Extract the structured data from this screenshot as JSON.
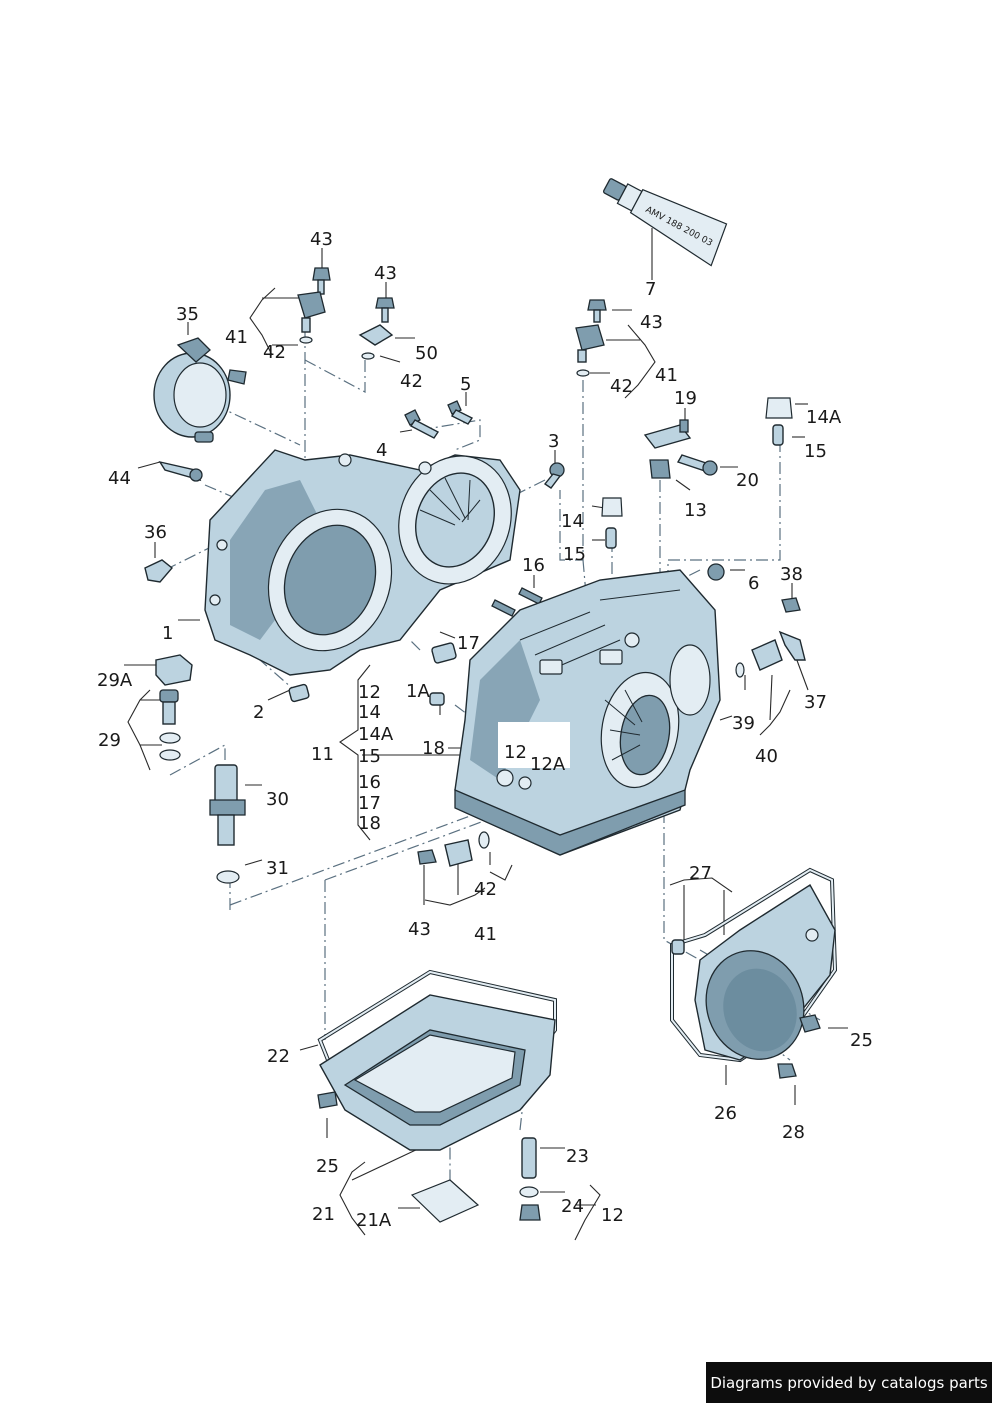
{
  "callouts": [
    {
      "id": "c43a",
      "text": "43"
    },
    {
      "id": "c43b",
      "text": "43"
    },
    {
      "id": "c7",
      "text": "7"
    },
    {
      "id": "c35",
      "text": "35"
    },
    {
      "id": "c41a",
      "text": "41"
    },
    {
      "id": "c42a",
      "text": "42"
    },
    {
      "id": "c50",
      "text": "50"
    },
    {
      "id": "c42b",
      "text": "42"
    },
    {
      "id": "c43c",
      "text": "43"
    },
    {
      "id": "c41b",
      "text": "41"
    },
    {
      "id": "c42c",
      "text": "42"
    },
    {
      "id": "c5",
      "text": "5"
    },
    {
      "id": "c19",
      "text": "19"
    },
    {
      "id": "c14Aa",
      "text": "14A"
    },
    {
      "id": "c4",
      "text": "4"
    },
    {
      "id": "c3",
      "text": "3"
    },
    {
      "id": "c15a",
      "text": "15"
    },
    {
      "id": "c20",
      "text": "20"
    },
    {
      "id": "c44",
      "text": "44"
    },
    {
      "id": "c13",
      "text": "13"
    },
    {
      "id": "c14a",
      "text": "14"
    },
    {
      "id": "c36",
      "text": "36"
    },
    {
      "id": "c15b",
      "text": "15"
    },
    {
      "id": "c16a",
      "text": "16"
    },
    {
      "id": "c6",
      "text": "6"
    },
    {
      "id": "c38",
      "text": "38"
    },
    {
      "id": "c1",
      "text": "1"
    },
    {
      "id": "c17a",
      "text": "17"
    },
    {
      "id": "c29A",
      "text": "29A"
    },
    {
      "id": "c12a",
      "text": "12"
    },
    {
      "id": "c1A",
      "text": "1A"
    },
    {
      "id": "c37",
      "text": "37"
    },
    {
      "id": "c2",
      "text": "2"
    },
    {
      "id": "c14b",
      "text": "14"
    },
    {
      "id": "c14Ab",
      "text": "14A"
    },
    {
      "id": "c29",
      "text": "29"
    },
    {
      "id": "c11",
      "text": "11"
    },
    {
      "id": "c15c",
      "text": "15"
    },
    {
      "id": "c18a",
      "text": "18"
    },
    {
      "id": "c12b",
      "text": "12"
    },
    {
      "id": "c39",
      "text": "39"
    },
    {
      "id": "c12A",
      "text": "12A"
    },
    {
      "id": "c40",
      "text": "40"
    },
    {
      "id": "c16b",
      "text": "16"
    },
    {
      "id": "c30",
      "text": "30"
    },
    {
      "id": "c17b",
      "text": "17"
    },
    {
      "id": "c18b",
      "text": "18"
    },
    {
      "id": "c31",
      "text": "31"
    },
    {
      "id": "c27",
      "text": "27"
    },
    {
      "id": "c42d",
      "text": "42"
    },
    {
      "id": "c43d",
      "text": "43"
    },
    {
      "id": "c41c",
      "text": "41"
    },
    {
      "id": "c25a",
      "text": "25"
    },
    {
      "id": "c22",
      "text": "22"
    },
    {
      "id": "c26",
      "text": "26"
    },
    {
      "id": "c28",
      "text": "28"
    },
    {
      "id": "c25b",
      "text": "25"
    },
    {
      "id": "c23",
      "text": "23"
    },
    {
      "id": "c24",
      "text": "24"
    },
    {
      "id": "c21",
      "text": "21"
    },
    {
      "id": "c21A",
      "text": "21A"
    },
    {
      "id": "c12c",
      "text": "12"
    }
  ],
  "sealant_tube_label": "AMV 188 200 03",
  "footer": "Diagrams provided by catalogs parts",
  "colors": {
    "part_fill": "#bcd3e0",
    "part_shade": "#7f9dae",
    "outline": "#1f2a30",
    "footer_bg": "#0d0d0d",
    "footer_text": "#ffffff"
  }
}
